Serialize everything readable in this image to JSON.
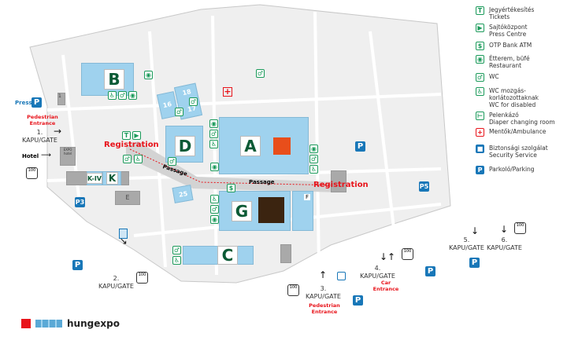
{
  "halls": {
    "A": "A",
    "B": "B",
    "C": "C",
    "D": "D",
    "G": "G",
    "K": "K",
    "K4": "K-IV",
    "E": "E",
    "F": "F",
    "h16": "16",
    "h17": "17",
    "h18": "18",
    "h25": "25",
    "h1": "1"
  },
  "labels": {
    "registration_left": "Registration",
    "registration_right": "Registration",
    "passage_left": "Passage",
    "passage_right": "Passage",
    "hotel": "Hotel",
    "press": "Press",
    "pedestrian_entrance_1": "Pedestrian Entrance",
    "pedestrian_entrance_3": "Pedestrian Entrance",
    "car_entrance": "Car Entrance",
    "expo_hotel": "EXPO hotel",
    "bus": "100"
  },
  "gates": [
    {
      "num": "1.",
      "label": "KAPU/GATE"
    },
    {
      "num": "2.",
      "label": "KAPU/GATE"
    },
    {
      "num": "3.",
      "label": "KAPU/GATE"
    },
    {
      "num": "4.",
      "label": "KAPU/GATE"
    },
    {
      "num": "5.",
      "label": "KAPU/GATE"
    },
    {
      "num": "6.",
      "label": "KAPU/GATE"
    }
  ],
  "parking": {
    "P": "P",
    "P3": "P3",
    "P5": "P5"
  },
  "legend": [
    {
      "icon": "ticket-icon",
      "hu": "Jegyértékesítés",
      "en": "Tickets"
    },
    {
      "icon": "press-flag-icon",
      "hu": "Sajtóközpont",
      "en": "Press Centre"
    },
    {
      "icon": "atm-icon",
      "hu": "OTP Bank ATM",
      "en": ""
    },
    {
      "icon": "restaurant-icon",
      "hu": "Étterem, büfé",
      "en": "Restaurant"
    },
    {
      "icon": "wc-icon",
      "hu": "WC",
      "en": ""
    },
    {
      "icon": "wheelchair-icon",
      "hu": "WC mozgás-korlátozottaknak",
      "en": "WC for disabled"
    },
    {
      "icon": "diaper-icon",
      "hu": "Pelenkázó",
      "en": "Diaper changing room"
    },
    {
      "icon": "ambulance-icon",
      "hu": "Mentők/Ambulance",
      "en": ""
    },
    {
      "icon": "security-icon",
      "hu": "Biztonsági szolgálat",
      "en": "Security Service"
    },
    {
      "icon": "parking-icon",
      "hu": "Parkoló/Parking",
      "en": ""
    }
  ],
  "logo": {
    "text": "hungexpo"
  },
  "colors": {
    "hall": "#9fd2ee",
    "accent_red": "#e8141b",
    "icon_green": "#1a9a5a",
    "parking_blue": "#1877b8"
  }
}
